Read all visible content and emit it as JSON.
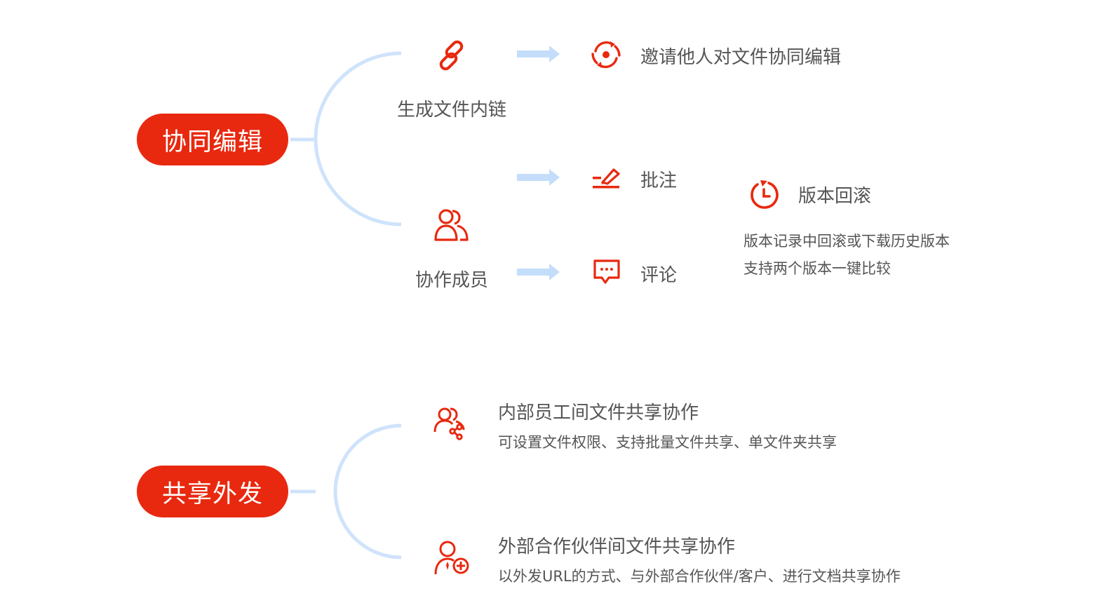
{
  "collab": {
    "title": "协同编辑",
    "link": {
      "icon": "link-icon",
      "label": "生成文件内链"
    },
    "members": {
      "icon": "users-icon",
      "label": "协作成员"
    },
    "invite": {
      "icon": "sync-target-icon",
      "label": "邀请他人对文件协同编辑"
    },
    "annotate": {
      "icon": "pen-annotate-icon",
      "label": "批注"
    },
    "comment": {
      "icon": "chat-bubble-icon",
      "label": "评论"
    },
    "rollback": {
      "icon": "history-clock-icon",
      "title": "版本回滚",
      "lines": [
        "版本记录中回滚或下载历史版本",
        "支持两个版本一键比较"
      ]
    }
  },
  "share": {
    "title": "共享外发",
    "internal": {
      "icon": "group-share-icon",
      "title": "内部员工间文件共享协作",
      "desc": "可设置文件权限、支持批量文件共享、单文件夹共享"
    },
    "external": {
      "icon": "user-add-icon",
      "title": "外部合作伙伴间文件共享协作",
      "desc": "以外发URL的方式、与外部合作伙伴/客户、进行文档共享协作"
    }
  },
  "colors": {
    "accent": "#e8290f",
    "connector": "#cfe3fb",
    "arrow": "#c4ddfb",
    "text": "#555555"
  }
}
